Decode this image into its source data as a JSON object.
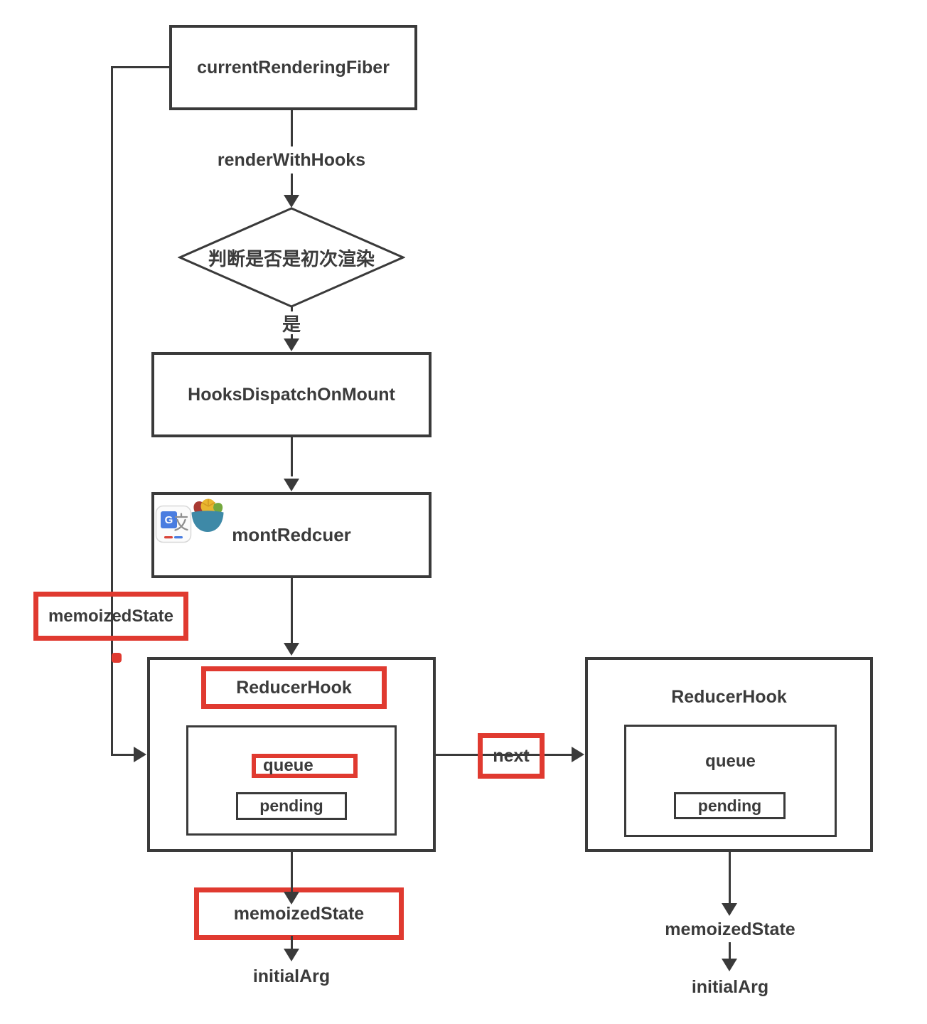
{
  "colors": {
    "node_border": "#3a3a3a",
    "text": "#3b3b3b",
    "highlight_red": "#e03a30",
    "translate_blue": "#4a7de0",
    "bowl_blue": "#3e89a7"
  },
  "flow": {
    "current_fiber": "currentRenderingFiber",
    "render_with_hooks": "renderWithHooks",
    "decision": "判断是否是初次渲染",
    "yes": "是",
    "dispatch_mount": "HooksDispatchOnMount",
    "mont_reducer": "montRedcuer",
    "memoized_state_ref": "memoizedState",
    "next_label": "next",
    "hook_left": {
      "title": "ReducerHook",
      "queue": "queue",
      "pending": "pending",
      "memoized_state": "memoizedState",
      "initial_arg": "initialArg"
    },
    "hook_right": {
      "title": "ReducerHook",
      "queue": "queue",
      "pending": "pending",
      "memoized_state": "memoizedState",
      "initial_arg": "initialArg"
    }
  },
  "icons": {
    "translate": "google-translate-icon",
    "bowl": "salad-bowl-icon"
  }
}
